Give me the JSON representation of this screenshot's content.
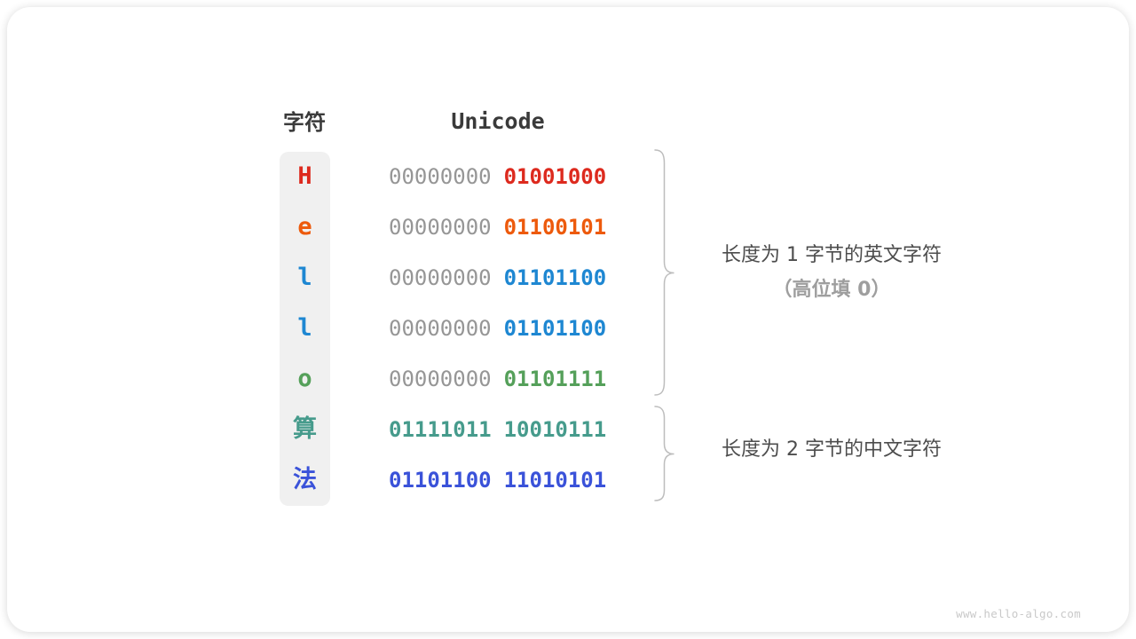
{
  "table": {
    "headers": {
      "char": "字符",
      "unicode": "Unicode"
    },
    "rows": [
      {
        "char": "H",
        "byte1": "00000000",
        "byte2": "01001000",
        "color": "#dd2a1e",
        "byte1_color": "#969696"
      },
      {
        "char": "e",
        "byte1": "00000000",
        "byte2": "01100101",
        "color": "#ed5a0c",
        "byte1_color": "#969696"
      },
      {
        "char": "l",
        "byte1": "00000000",
        "byte2": "01101100",
        "color": "#1e87d2",
        "byte1_color": "#969696"
      },
      {
        "char": "l",
        "byte1": "00000000",
        "byte2": "01101100",
        "color": "#1e87d2",
        "byte1_color": "#969696"
      },
      {
        "char": "o",
        "byte1": "00000000",
        "byte2": "01101111",
        "color": "#55a05a",
        "byte1_color": "#969696"
      },
      {
        "char": "算",
        "byte1": "01111011",
        "byte2": "10010111",
        "color": "#469b8c",
        "byte1_color": "#469b8c"
      },
      {
        "char": "法",
        "byte1": "01101100",
        "byte2": "11010101",
        "color": "#3a52d9",
        "byte1_color": "#3a52d9"
      }
    ]
  },
  "annotations": {
    "english_group_line1": "长度为 1 字节的英文字符",
    "english_group_line2": "（高位填 0）",
    "chinese_group_line1": "长度为 2 字节的中文字符"
  },
  "watermark": "www.hello-algo.com",
  "colors": {
    "panel_bg": "#f0f0f0",
    "gray_bits": "#969696",
    "header_text": "#3a3a3a",
    "note_dark": "#4d4d4d",
    "note_light": "#9e9e9e",
    "brace": "#bdbdbd",
    "watermark": "#c9c9c9"
  }
}
